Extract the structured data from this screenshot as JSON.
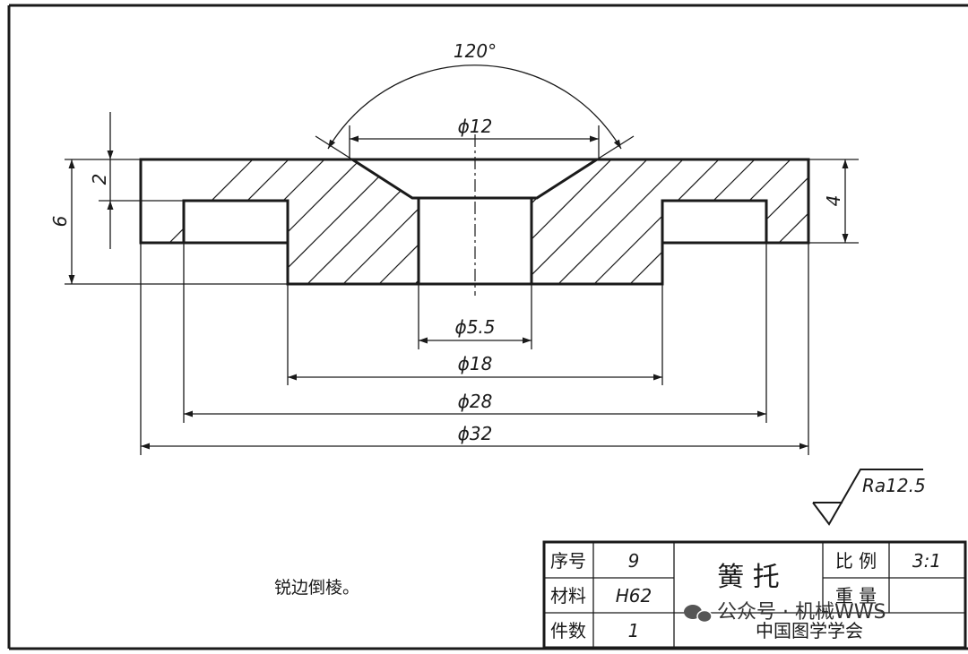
{
  "dimensions": {
    "angle": "120°",
    "d12": "ϕ12",
    "d5_5": "ϕ5.5",
    "d18": "ϕ18",
    "d28": "ϕ28",
    "d32": "ϕ32",
    "h2": "2",
    "h6": "6",
    "h4": "4"
  },
  "roughness": "Ra12.5",
  "note": "锐边倒棱。",
  "title_block": {
    "seq_label": "序号",
    "seq_value": "9",
    "material_label": "材料",
    "material_value": "H62",
    "count_label": "件数",
    "count_value": "1",
    "part_name": "簧 托",
    "scale_label": "比 例",
    "scale_value": "3:1",
    "weight_label": "重 量",
    "organization": "中国图学学会"
  },
  "watermark": "公众号 · 机械WWS"
}
